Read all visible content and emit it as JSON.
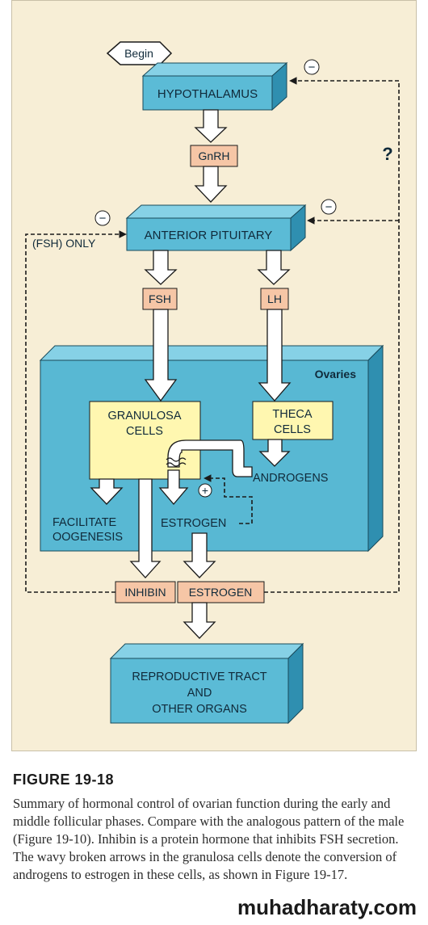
{
  "diagram": {
    "begin": "Begin",
    "hypothalamus": "HYPOTHALAMUS",
    "gnrh": "GnRH",
    "question": "?",
    "anterior_pituitary": "ANTERIOR PITUITARY",
    "fsh_only": "(FSH) ONLY",
    "fsh": "FSH",
    "lh": "LH",
    "ovaries": "Ovaries",
    "granulosa_line1": "GRANULOSA",
    "granulosa_line2": "CELLS",
    "theca_line1": "THECA",
    "theca_line2": "CELLS",
    "androgens": "ANDROGENS",
    "facilitate_line1": "FACILITATE",
    "facilitate_line2": "OOGENESIS",
    "estrogen_inner": "ESTROGEN",
    "inhibin": "INHIBIN",
    "estrogen": "ESTROGEN",
    "repro_line1": "REPRODUCTIVE TRACT",
    "repro_line2": "AND",
    "repro_line3": "OTHER ORGANS",
    "minus": "−",
    "plus": "+"
  },
  "caption": {
    "title": "FIGURE 19-18",
    "text": "Summary of hormonal control of ovarian function during the early and middle follicular phases. Compare with the analogous pattern of the male (Figure 19-10). Inhibin is a protein hormone that inhibits FSH secretion. The wavy broken arrows in the granulosa cells denote the conversion of androgens to estrogen in these cells, as shown in Figure 19-17."
  },
  "watermark": "muhadharaty.com",
  "colors": {
    "panel": "#f7eed6",
    "box_blue": "#5bbbd6",
    "box_blue_top": "#86d1e6",
    "box_blue_side": "#2f8fb0",
    "hormone_box": "#f6c6a6",
    "cell_box": "#fff7b0",
    "ovary_blue": "#58b8d3"
  }
}
